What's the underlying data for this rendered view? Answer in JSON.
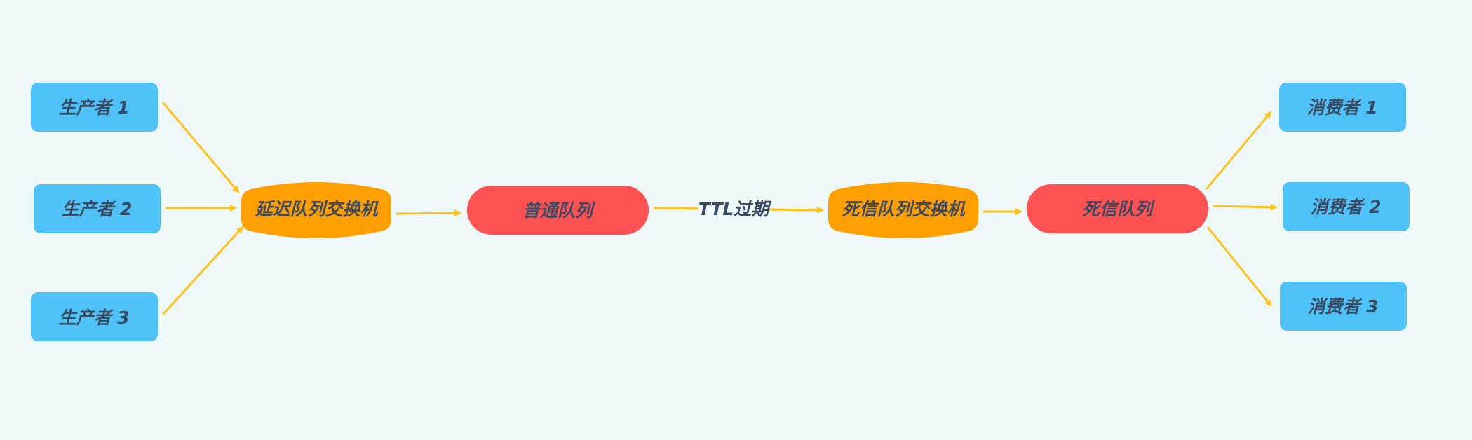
{
  "colors": {
    "background": "#eff8f9",
    "actor": "#4fc3f7",
    "exchange": "#ff9f00",
    "queue": "#ff5252",
    "arrow": "#ffc21a",
    "text": "#3b4a63"
  },
  "nodes": {
    "producer1": {
      "label": "生产者 1",
      "kind": "actor"
    },
    "producer2": {
      "label": "生产者 2",
      "kind": "actor"
    },
    "producer3": {
      "label": "生产者 3",
      "kind": "actor"
    },
    "delay_exchange": {
      "label": "延迟队列交换机",
      "kind": "exchange"
    },
    "normal_queue": {
      "label": "普通队列",
      "kind": "queue"
    },
    "dlx_exchange": {
      "label": "死信队列交换机",
      "kind": "exchange"
    },
    "dead_letter_queue": {
      "label": "死信队列",
      "kind": "queue"
    },
    "consumer1": {
      "label": "消费者 1",
      "kind": "actor"
    },
    "consumer2": {
      "label": "消费者 2",
      "kind": "actor"
    },
    "consumer3": {
      "label": "消费者 3",
      "kind": "actor"
    }
  },
  "edges": [
    {
      "from": "producer1",
      "to": "delay_exchange"
    },
    {
      "from": "producer2",
      "to": "delay_exchange"
    },
    {
      "from": "producer3",
      "to": "delay_exchange"
    },
    {
      "from": "delay_exchange",
      "to": "normal_queue"
    },
    {
      "from": "normal_queue",
      "to": "dlx_exchange",
      "label": "TTL过期"
    },
    {
      "from": "dlx_exchange",
      "to": "dead_letter_queue"
    },
    {
      "from": "dead_letter_queue",
      "to": "consumer1"
    },
    {
      "from": "dead_letter_queue",
      "to": "consumer2"
    },
    {
      "from": "dead_letter_queue",
      "to": "consumer3"
    }
  ]
}
